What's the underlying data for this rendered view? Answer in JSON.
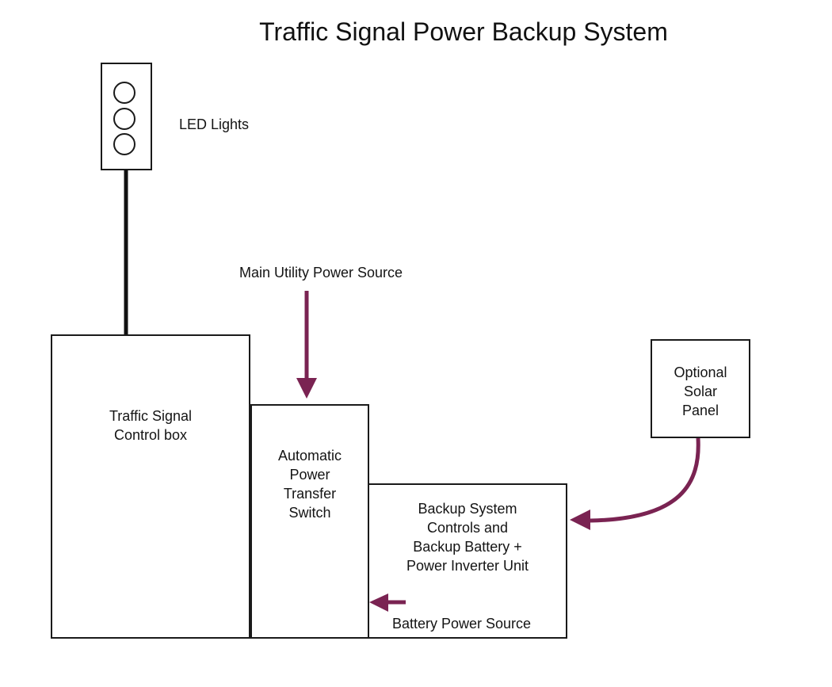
{
  "title": "Traffic Signal Power Backup System",
  "colors": {
    "stroke": "#1a1a1a",
    "arrow": "#7a2352",
    "background": "#ffffff"
  },
  "nodes": {
    "led_lights": {
      "label": "LED Lights",
      "lamp_count": 3
    },
    "control_box": {
      "lines": [
        "Traffic Signal",
        "Control box"
      ]
    },
    "transfer_switch": {
      "lines": [
        "Automatic",
        "Power",
        "Transfer",
        "Switch"
      ]
    },
    "backup_unit": {
      "lines": [
        "Backup System",
        "Controls and",
        "Backup Battery +",
        "Power Inverter Unit"
      ]
    },
    "solar_panel": {
      "lines": [
        "Optional",
        "Solar",
        "Panel"
      ]
    }
  },
  "edges": [
    {
      "from": "control_box",
      "to": "led_lights",
      "type": "wire"
    },
    {
      "from": "main_utility",
      "to": "transfer_switch",
      "type": "arrow",
      "label": "Main Utility Power Source"
    },
    {
      "from": "backup_unit",
      "to": "transfer_switch",
      "type": "arrow",
      "label": "Battery Power Source"
    },
    {
      "from": "solar_panel",
      "to": "backup_unit",
      "type": "curved-arrow"
    }
  ]
}
